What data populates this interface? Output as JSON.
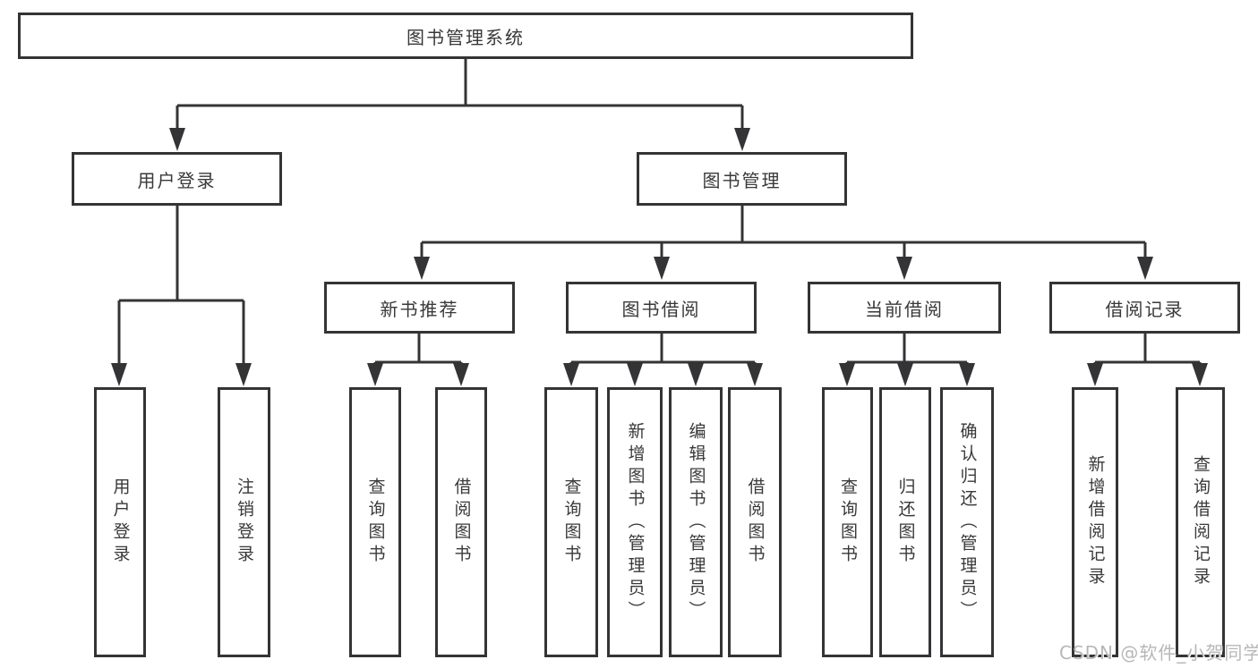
{
  "colors": {
    "line": "#343436",
    "text": "#39393b",
    "watermark": "#b7b7b7"
  },
  "watermark": "CSDN @软件_小贺同学",
  "tree": {
    "root": {
      "label": "图书管理系统",
      "children": [
        {
          "label": "用户登录",
          "children": [
            {
              "label": "用户登录"
            },
            {
              "label": "注销登录"
            }
          ]
        },
        {
          "label": "图书管理",
          "children": [
            {
              "label": "新书推荐",
              "children": [
                {
                  "label": "查询图书"
                },
                {
                  "label": "借阅图书"
                }
              ]
            },
            {
              "label": "图书借阅",
              "children": [
                {
                  "label": "查询图书"
                },
                {
                  "label": "新增图书（管理员）"
                },
                {
                  "label": "编辑图书（管理员）"
                },
                {
                  "label": "借阅图书"
                }
              ]
            },
            {
              "label": "当前借阅",
              "children": [
                {
                  "label": "查询图书"
                },
                {
                  "label": "归还图书"
                },
                {
                  "label": "确认归还（管理员）"
                }
              ]
            },
            {
              "label": "借阅记录",
              "children": [
                {
                  "label": "新增借阅记录"
                },
                {
                  "label": "查询借阅记录"
                }
              ]
            }
          ]
        }
      ]
    }
  }
}
